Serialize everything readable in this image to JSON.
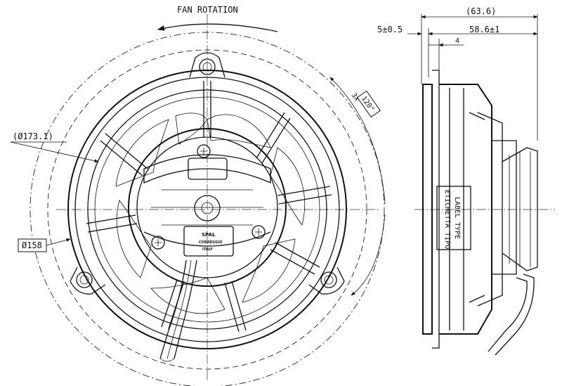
{
  "labels": {
    "fan_rotation": "FAN ROTATION",
    "diameter_outer": "(Ø173.1)",
    "diameter_inner": "Ø158",
    "angle_count": "3x",
    "angle_value": "120°",
    "width_overall": "(63.6)",
    "width_flange": "5±0.5",
    "width_body": "58.6±1",
    "width_small": "4",
    "label_line1": "ETICHETTA TIPO",
    "label_line2": "LABEL TYPE",
    "brand": "SPAL",
    "brand_sub": "CORREGGIO",
    "brand_country": "ITALY"
  }
}
